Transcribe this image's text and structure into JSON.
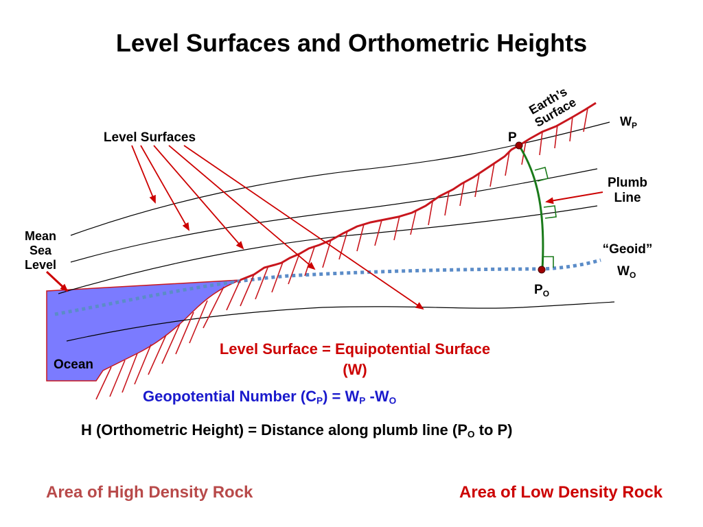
{
  "title": "Level Surfaces and Orthometric Heights",
  "labels": {
    "level_surfaces": "Level Surfaces",
    "mean_sea_level": [
      "Mean",
      "Sea",
      "Level"
    ],
    "ocean": "Ocean",
    "earths_surface": [
      "Earth’s",
      "Surface"
    ],
    "p": "P",
    "wp": {
      "main": "W",
      "sub": "P"
    },
    "plumb_line": [
      "Plumb",
      "Line"
    ],
    "geoid": "“Geoid”",
    "wo": {
      "main": "W",
      "sub": "O"
    },
    "po": {
      "main": "P",
      "sub": "O"
    }
  },
  "equations": {
    "level_surface_line1": "Level Surface = Equipotential Surface",
    "level_surface_line2": "(W)",
    "geopotential": {
      "a": "Geopotential Number (C",
      "a_sub": "P",
      "b": ") = W",
      "b_sub": "P",
      "c": " -W",
      "c_sub": "O"
    },
    "orthometric": {
      "a": "H (Orthometric Height) = Distance along plumb line (P",
      "a_sub": "O",
      "b": " to P)"
    }
  },
  "bottom": {
    "high_density": "Area of High Density Rock",
    "low_density": "Area of Low Density Rock"
  },
  "colors": {
    "red": "#cc0000",
    "terrain": "#c8161d",
    "ocean_fill": "#7b7bff",
    "geoid_blue": "#5b8cc8",
    "plumb_green": "#1a7a1a",
    "blue_text": "#1a1acc",
    "high_density_text": "#b84a4a"
  }
}
